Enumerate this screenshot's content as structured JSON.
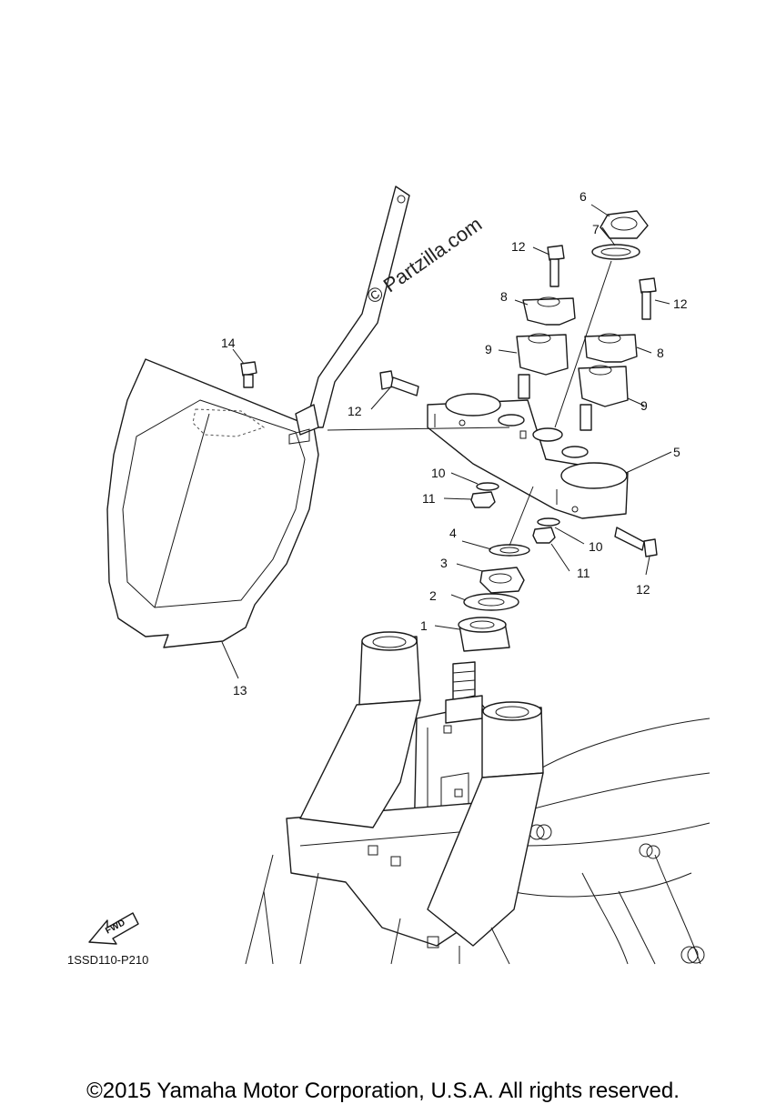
{
  "watermark": "© Partzilla.com",
  "diagram_code": "1SSD110-P210",
  "fwd_label": "FWD",
  "copyright": "©2015 Yamaha Motor Corporation, U.S.A. All rights reserved.",
  "callouts": {
    "c1": "1",
    "c2": "2",
    "c3": "3",
    "c4": "4",
    "c5": "5",
    "c6": "6",
    "c7": "7",
    "c8a": "8",
    "c8b": "8",
    "c9a": "9",
    "c9b": "9",
    "c10a": "10",
    "c10b": "10",
    "c11a": "11",
    "c11b": "11",
    "c12a": "12",
    "c12b": "12",
    "c12c": "12",
    "c12d": "12",
    "c13": "13",
    "c14": "14"
  }
}
